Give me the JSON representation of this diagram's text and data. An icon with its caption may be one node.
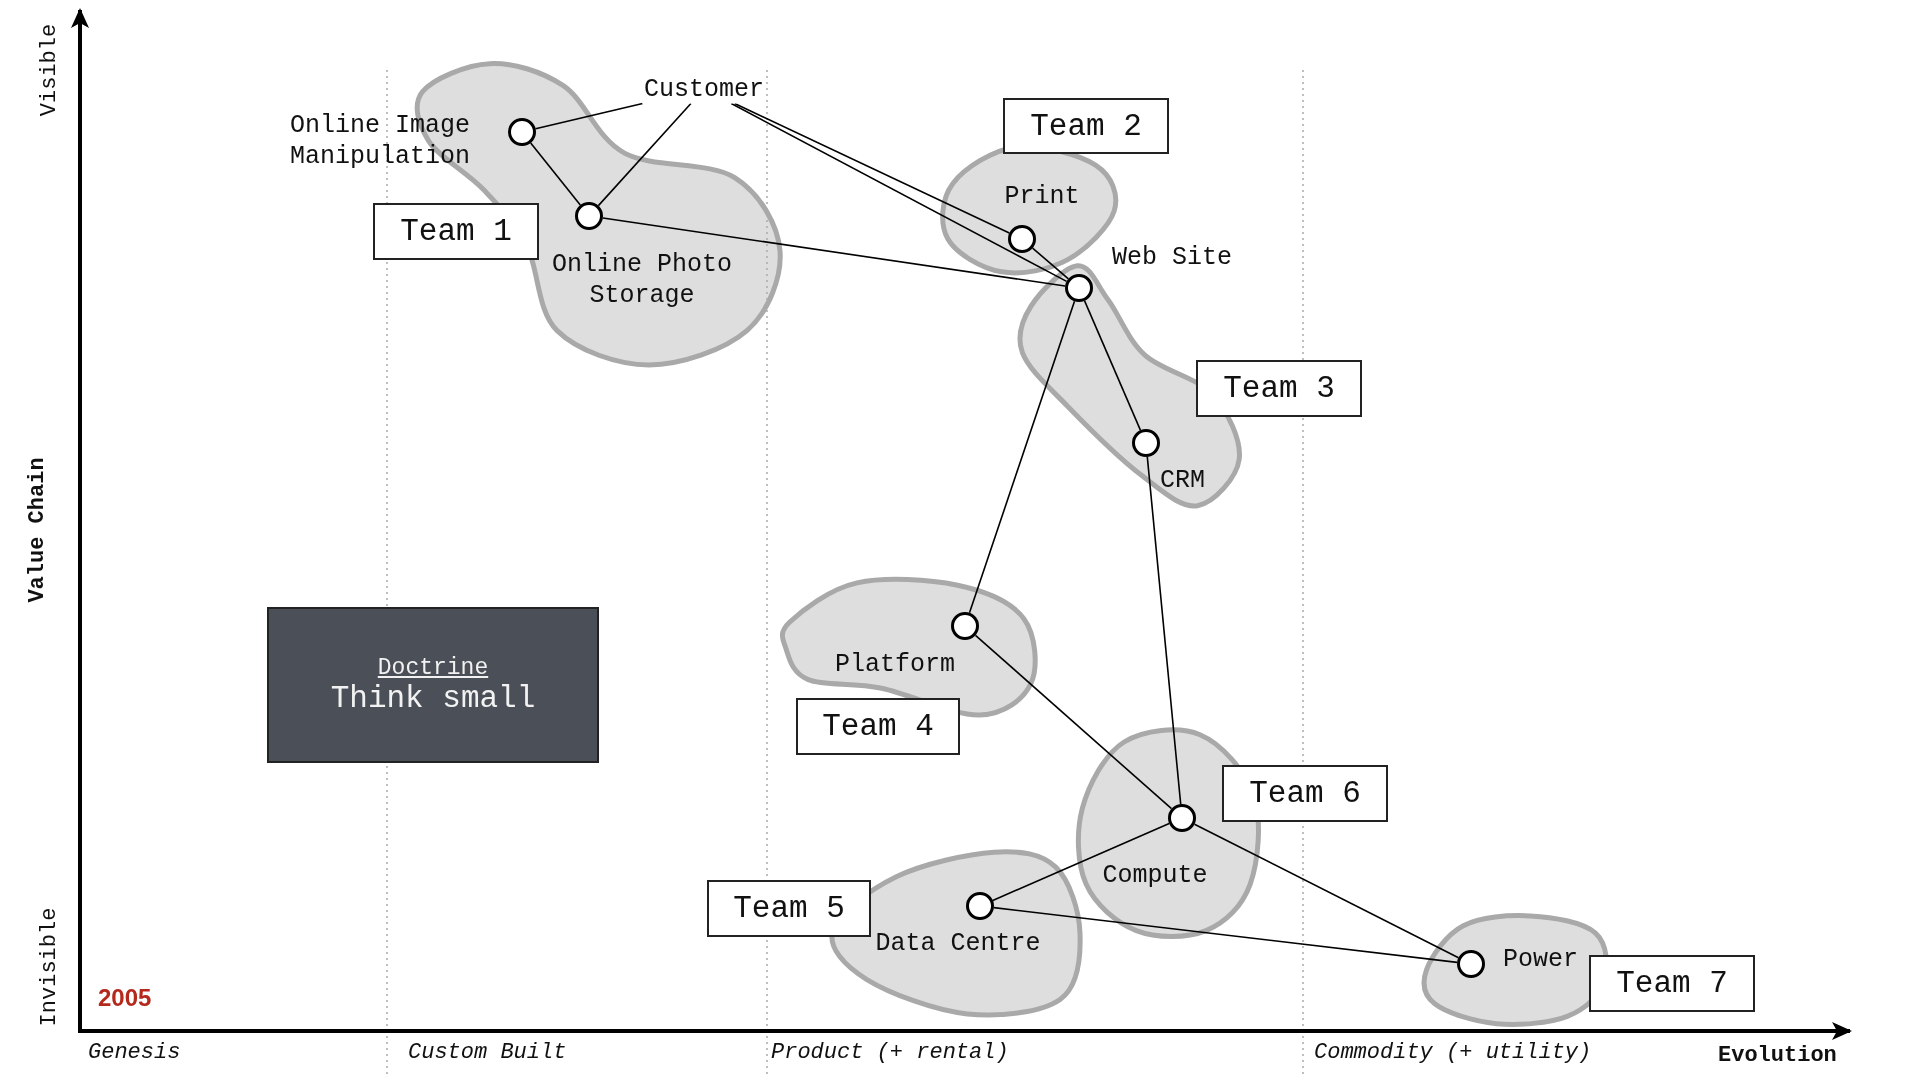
{
  "diagram": {
    "nodes": [
      {
        "text": [
          "Customer"
        ]
      },
      {
        "text": [],
        "shape": "circle",
        "beside": [
          "Online Image Manipulation"
        ]
      },
      {
        "text": [],
        "shape": "circle",
        "beside": [
          "Online Photo Storage"
        ]
      },
      {
        "text": [
          "Team 1"
        ]
      },
      {
        "text": [
          "Team 2"
        ]
      },
      {
        "text": [],
        "shape": "circle",
        "beside": [
          "Print"
        ]
      },
      {
        "text": [],
        "shape": "circle",
        "beside": [
          "Web Site"
        ]
      },
      {
        "text": [
          "Team 3"
        ]
      },
      {
        "text": [],
        "shape": "circle",
        "beside": [
          "CRM"
        ]
      },
      {
        "text": [
          "Doctrine",
          "Think small"
        ]
      },
      {
        "text": [],
        "shape": "circle",
        "beside": [
          "Platform"
        ]
      },
      {
        "text": [
          "Team 4"
        ]
      },
      {
        "text": [],
        "shape": "circle",
        "beside": [
          "Compute"
        ]
      },
      {
        "text": [
          "Team 6"
        ]
      },
      {
        "text": [
          "Team 5"
        ]
      },
      {
        "text": [],
        "shape": "circle",
        "beside": [
          "Data Centre"
        ]
      },
      {
        "text": [],
        "shape": "circle",
        "beside": [
          "Power"
        ]
      },
      {
        "text": [
          "Team 7"
        ]
      }
    ],
    "edges": [
      {
        "from": 0,
        "to": 1,
        "arrow": "none"
      },
      {
        "from": 0,
        "to": 2,
        "arrow": "none"
      },
      {
        "from": 0,
        "to": 5,
        "arrow": "none"
      },
      {
        "from": 0,
        "to": 6,
        "arrow": "none"
      },
      {
        "from": 1,
        "to": 2,
        "arrow": "none"
      },
      {
        "from": 2,
        "to": 6,
        "arrow": "none"
      },
      {
        "from": 5,
        "to": 6,
        "arrow": "none"
      },
      {
        "from": 6,
        "to": 8,
        "arrow": "none"
      },
      {
        "from": 6,
        "to": 10,
        "arrow": "none"
      },
      {
        "from": 8,
        "to": 12,
        "arrow": "none"
      },
      {
        "from": 10,
        "to": 12,
        "arrow": "none"
      },
      {
        "from": 12,
        "to": 15,
        "arrow": "none"
      },
      {
        "from": 12,
        "to": 16,
        "arrow": "none"
      },
      {
        "from": 15,
        "to": 16,
        "arrow": "none"
      }
    ],
    "labels": [
      "Visible",
      "Value Chain",
      "Invisible",
      "2005",
      "Genesis",
      "Custom Built",
      "Product (+ rental)",
      "Commodity (+ utility)",
      "Evolution"
    ]
  }
}
